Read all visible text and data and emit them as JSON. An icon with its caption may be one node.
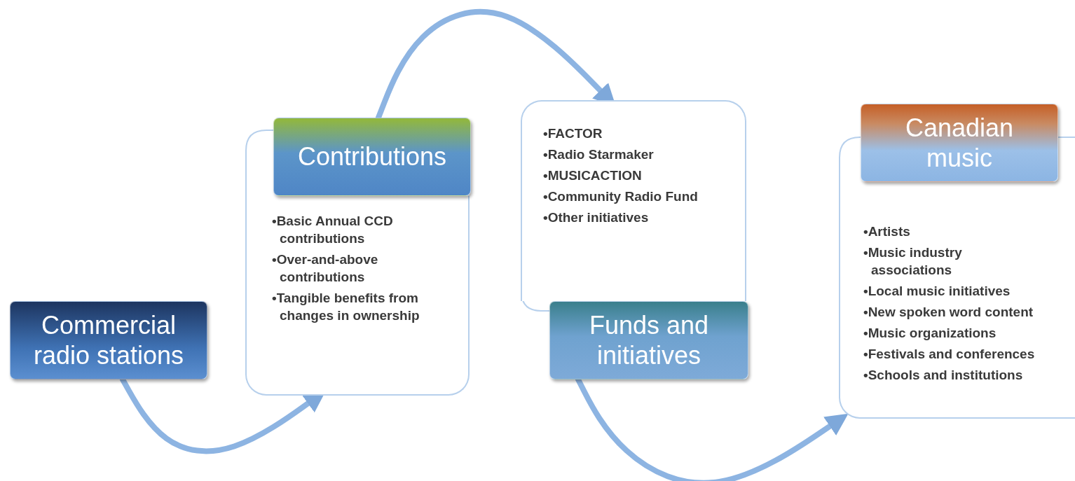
{
  "diagram": {
    "nodes": [
      {
        "text": [
          "Commercial radio stations"
        ]
      },
      {
        "text": [
          "Contributions"
        ]
      },
      {
        "text": [
          "•Basic Annual CCD contributions",
          "•Over-and-above contributions",
          "•Tangible benefits from changes in ownership"
        ]
      },
      {
        "text": [
          "•FACTOR",
          "•Radio Starmaker",
          "•MUSICACTION",
          "•Community Radio Fund",
          "•Other initiatives"
        ]
      },
      {
        "text": [
          "Funds and initiatives"
        ]
      },
      {
        "text": [
          "Canadian music"
        ]
      },
      {
        "text": [
          "•Artists",
          "•Music industry associations",
          "•Local music initiatives",
          "•New spoken word content",
          "•Music organizations",
          "•Festivals and conferences",
          "•Schools and institutions"
        ]
      }
    ],
    "edges": [
      {
        "from": 0,
        "to": 2,
        "arrow": "to"
      },
      {
        "from": 1,
        "to": 3,
        "arrow": "to"
      },
      {
        "from": 4,
        "to": 6,
        "arrow": "to"
      }
    ]
  }
}
